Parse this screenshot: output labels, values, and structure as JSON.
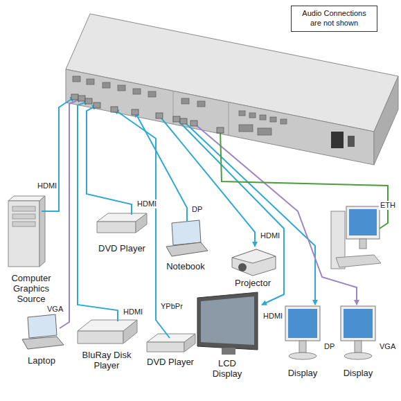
{
  "diagram": {
    "nodes": [
      {
        "text": [
          "Audio Connections are not shown"
        ]
      },
      {
        "text": [
          "Computer Graphics Source"
        ]
      },
      {
        "text": [
          "DVD Player"
        ]
      },
      {
        "text": [
          "Notebook"
        ]
      },
      {
        "text": [
          "Projector"
        ]
      },
      {
        "text": [
          "Laptop"
        ]
      },
      {
        "text": [
          "BluRay Disk Player"
        ]
      },
      {
        "text": [
          "DVD Player"
        ]
      },
      {
        "text": [
          "LCD Display"
        ]
      },
      {
        "text": [
          "Display"
        ]
      },
      {
        "text": [
          "Display"
        ]
      }
    ],
    "labels": [
      "HDMI",
      "HDMI",
      "DP",
      "HDMI",
      "ETH",
      "VGA",
      "HDMI",
      "YPbPr",
      "HDMI",
      "DP",
      "VGA"
    ]
  }
}
